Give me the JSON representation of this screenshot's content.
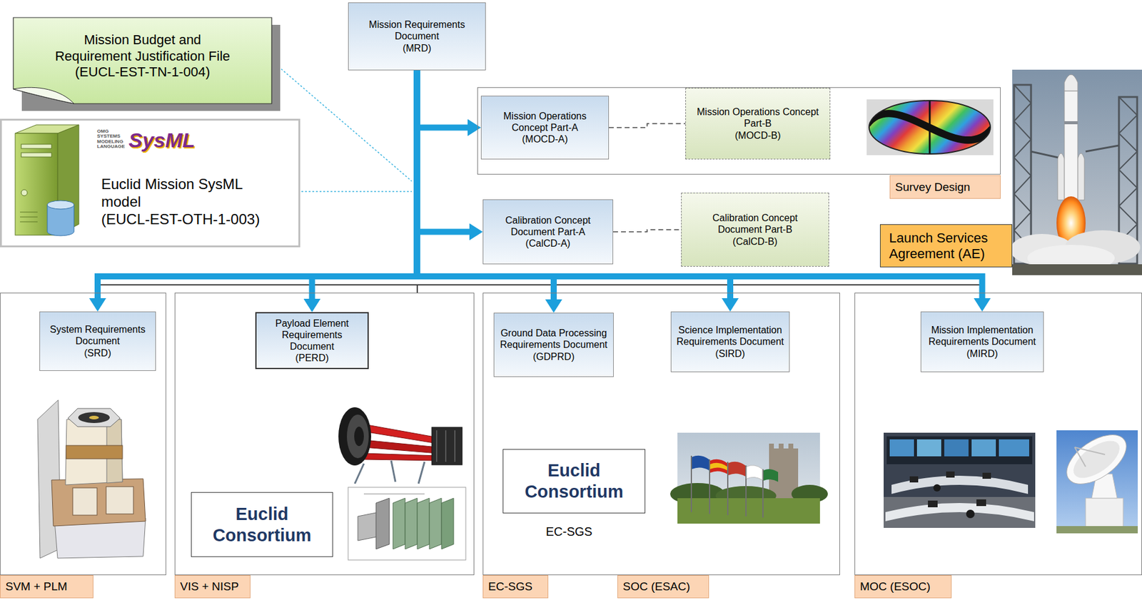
{
  "diagram": {
    "nodes": [
      {
        "text": [
          "Mission Budget and Requirement Justification File",
          "(EUCL-EST-TN-1-004)"
        ]
      },
      {
        "text": [
          "Mission Requirements Document",
          "(MRD)"
        ]
      },
      {
        "text": [
          "Euclid Mission SysML model",
          "(EUCL-EST-OTH-1-003)"
        ]
      },
      {
        "text": [
          "Survey Design"
        ]
      },
      {
        "text": [
          "Mission Operations Concept Part-A",
          "(MOCD-A)"
        ],
        "in": 3
      },
      {
        "text": [
          "Mission Operations Concept Part-B",
          "(MOCD-B)"
        ],
        "in": 3
      },
      {
        "text": [
          "Calibration Concept Document Part-A",
          "(CalCD-A)"
        ]
      },
      {
        "text": [
          "Calibration Concept Document Part-B",
          "(CalCD-B)"
        ]
      },
      {
        "text": [
          "Launch Services Agreement (AE)"
        ]
      },
      {
        "text": [
          "SVM + PLM"
        ]
      },
      {
        "text": [
          "System Requirements Document",
          "(SRD)"
        ],
        "in": 9
      },
      {
        "text": [
          "VIS + NISP"
        ]
      },
      {
        "text": [
          "Payload Element Requirements Document",
          "(PERD)"
        ],
        "in": 11
      },
      {
        "text": [
          "Euclid Consortium"
        ],
        "in": 11
      },
      {
        "text": [
          "EC-SGS",
          "SOC (ESAC)"
        ]
      },
      {
        "text": [
          "Ground Data Processing Requirements Document",
          "(GDPRD)"
        ],
        "in": 14
      },
      {
        "text": [
          "Science Implementation Requirements Document",
          "(SIRD)"
        ],
        "in": 14
      },
      {
        "text": [
          "Euclid Consortium"
        ],
        "in": 14
      },
      {
        "text": [
          "MOC (ESOC)"
        ]
      },
      {
        "text": [
          "Mission Implementation Requirements Document",
          "(MIRD)"
        ],
        "in": 18
      }
    ],
    "edges": [
      {
        "from": 1,
        "to": 4,
        "arrow": "to"
      },
      {
        "from": 1,
        "to": 6,
        "arrow": "to"
      },
      {
        "from": 1,
        "to": 10,
        "arrow": "to"
      },
      {
        "from": 1,
        "to": 12,
        "arrow": "to"
      },
      {
        "from": 1,
        "to": 15,
        "arrow": "to"
      },
      {
        "from": 1,
        "to": 16,
        "arrow": "to"
      },
      {
        "from": 1,
        "to": 19,
        "arrow": "to"
      },
      {
        "from": 4,
        "to": 5,
        "arrow": "none"
      },
      {
        "from": 6,
        "to": 7,
        "arrow": "none"
      }
    ],
    "labels": [
      "OMG SYSTEMS MODELING LANGUAGE",
      "SysML",
      "EC-SGS"
    ]
  }
}
